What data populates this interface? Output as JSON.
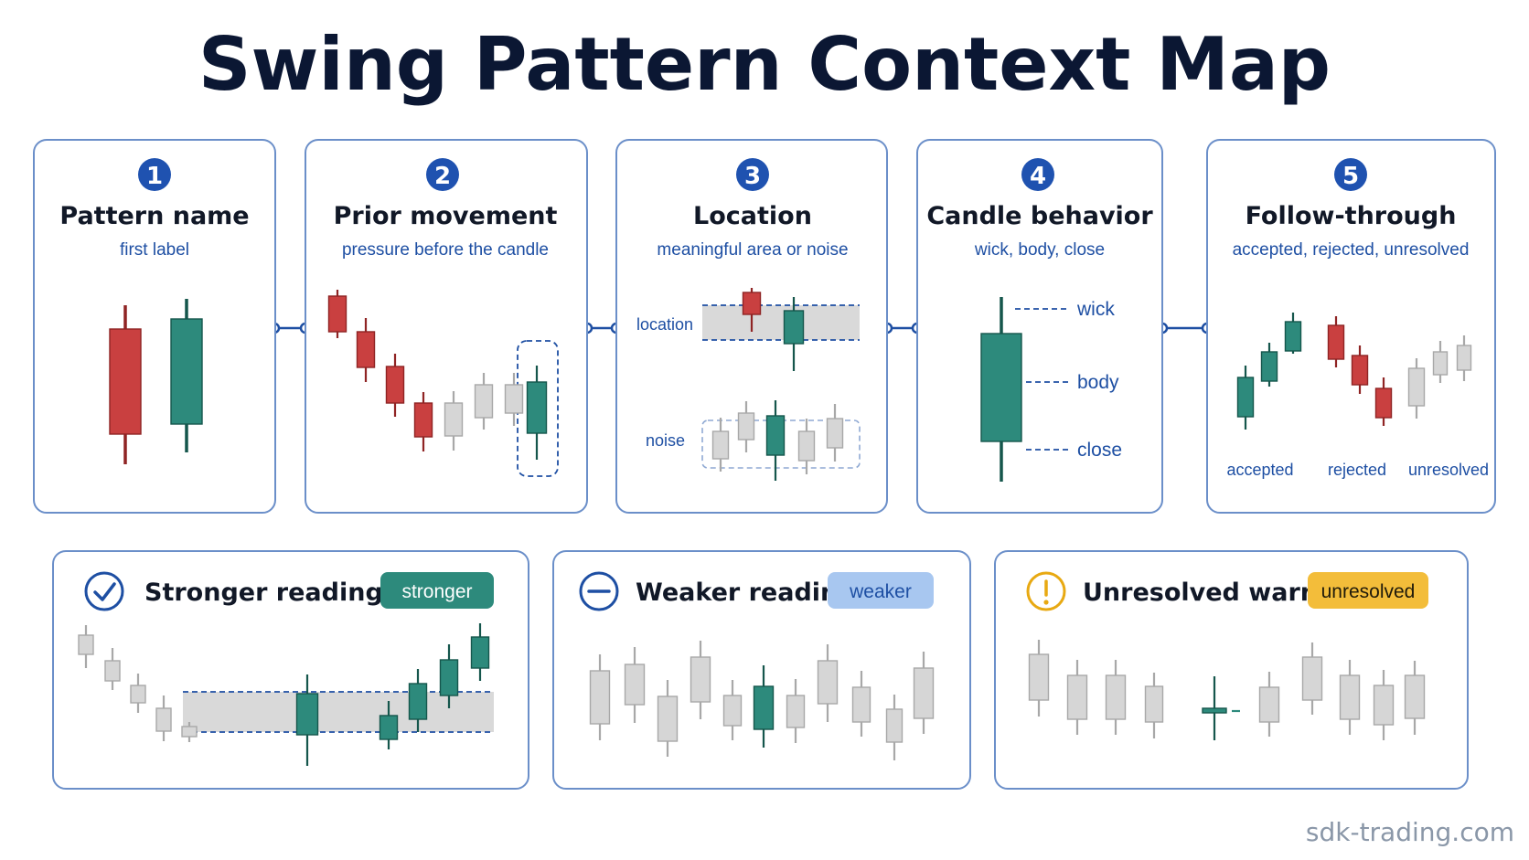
{
  "title": "Swing Pattern Context Map",
  "colors": {
    "red": "#c94040",
    "red_dark": "#8f2424",
    "green": "#2d8a7c",
    "green_dark": "#15564c",
    "gray": "#d6d6d6",
    "gray_dark": "#a8a8a8",
    "blue": "#1e4fa3",
    "badge_stronger": "#2d8a7c",
    "badge_weaker": "#a8c7f0",
    "badge_unresolved": "#f3bd3a"
  },
  "steps": [
    {
      "number": "1",
      "title": "Pattern name",
      "subtitle": "first label"
    },
    {
      "number": "2",
      "title": "Prior movement",
      "subtitle": "pressure before the candle"
    },
    {
      "number": "3",
      "title": "Location",
      "subtitle": "meaningful area or noise",
      "labels": {
        "location": "location",
        "noise": "noise"
      }
    },
    {
      "number": "4",
      "title": "Candle behavior",
      "subtitle": "wick, body, close",
      "labels": {
        "wick": "wick",
        "body": "body",
        "close": "close"
      }
    },
    {
      "number": "5",
      "title": "Follow-through",
      "subtitle": "accepted, rejected, unresolved",
      "labels": {
        "accepted": "accepted",
        "rejected": "rejected",
        "unresolved": "unresolved"
      }
    }
  ],
  "readings": [
    {
      "title": "Stronger reading",
      "badge": "stronger",
      "icon": "check-circle-icon"
    },
    {
      "title": "Weaker reading",
      "badge": "weaker",
      "icon": "minus-circle-icon"
    },
    {
      "title": "Unresolved warning",
      "badge": "unresolved",
      "icon": "exclamation-circle-icon"
    }
  ],
  "footer": "sdk-trading.com"
}
